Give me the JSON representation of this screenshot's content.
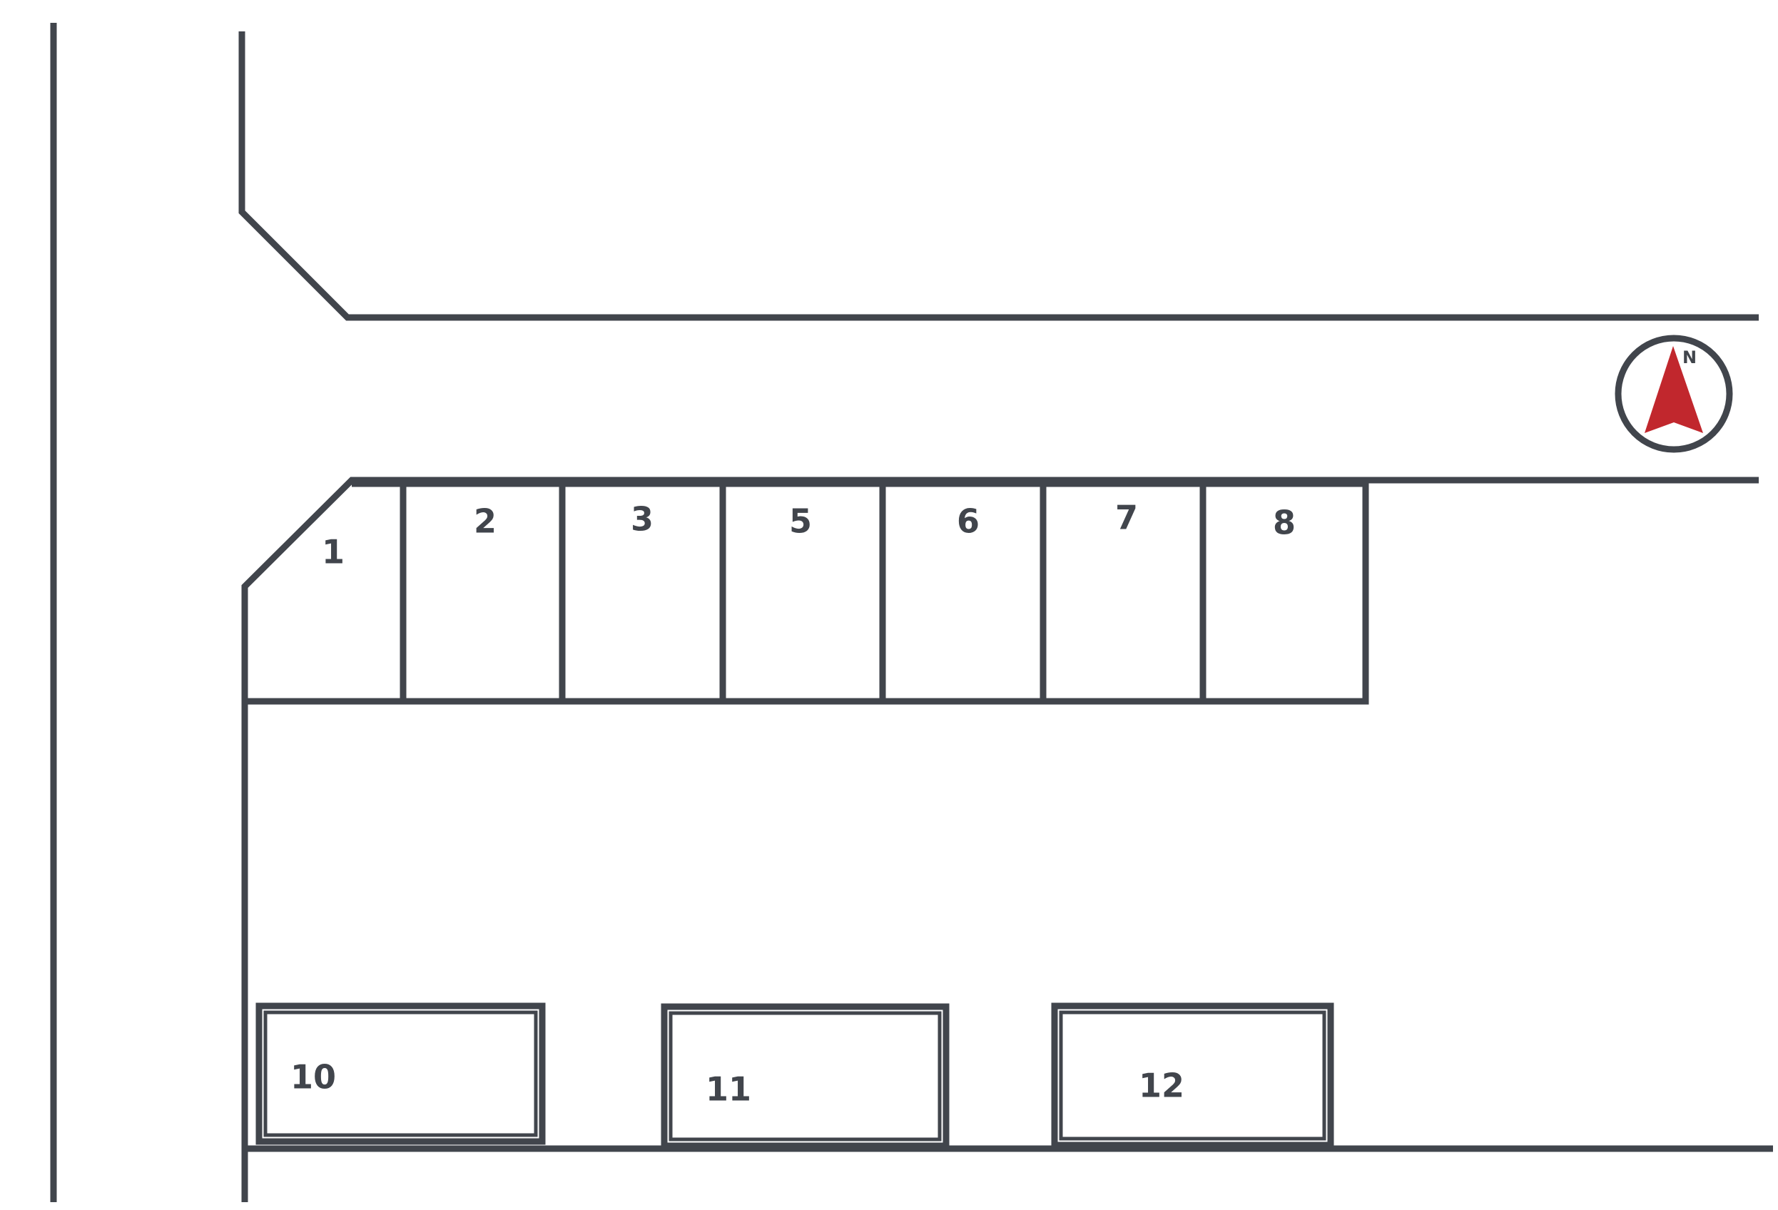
{
  "compass": {
    "letter": "N",
    "arrow_color": "#c1272d",
    "ring_color": "#41454c"
  },
  "line_color": "#41454c",
  "lots": [
    {
      "id": "lot-1",
      "label": "1"
    },
    {
      "id": "lot-2",
      "label": "2"
    },
    {
      "id": "lot-3",
      "label": "3"
    },
    {
      "id": "lot-5",
      "label": "5"
    },
    {
      "id": "lot-6",
      "label": "6"
    },
    {
      "id": "lot-7",
      "label": "7"
    },
    {
      "id": "lot-8",
      "label": "8"
    },
    {
      "id": "lot-10",
      "label": "10"
    },
    {
      "id": "lot-11",
      "label": "11"
    },
    {
      "id": "lot-12",
      "label": "12"
    }
  ]
}
